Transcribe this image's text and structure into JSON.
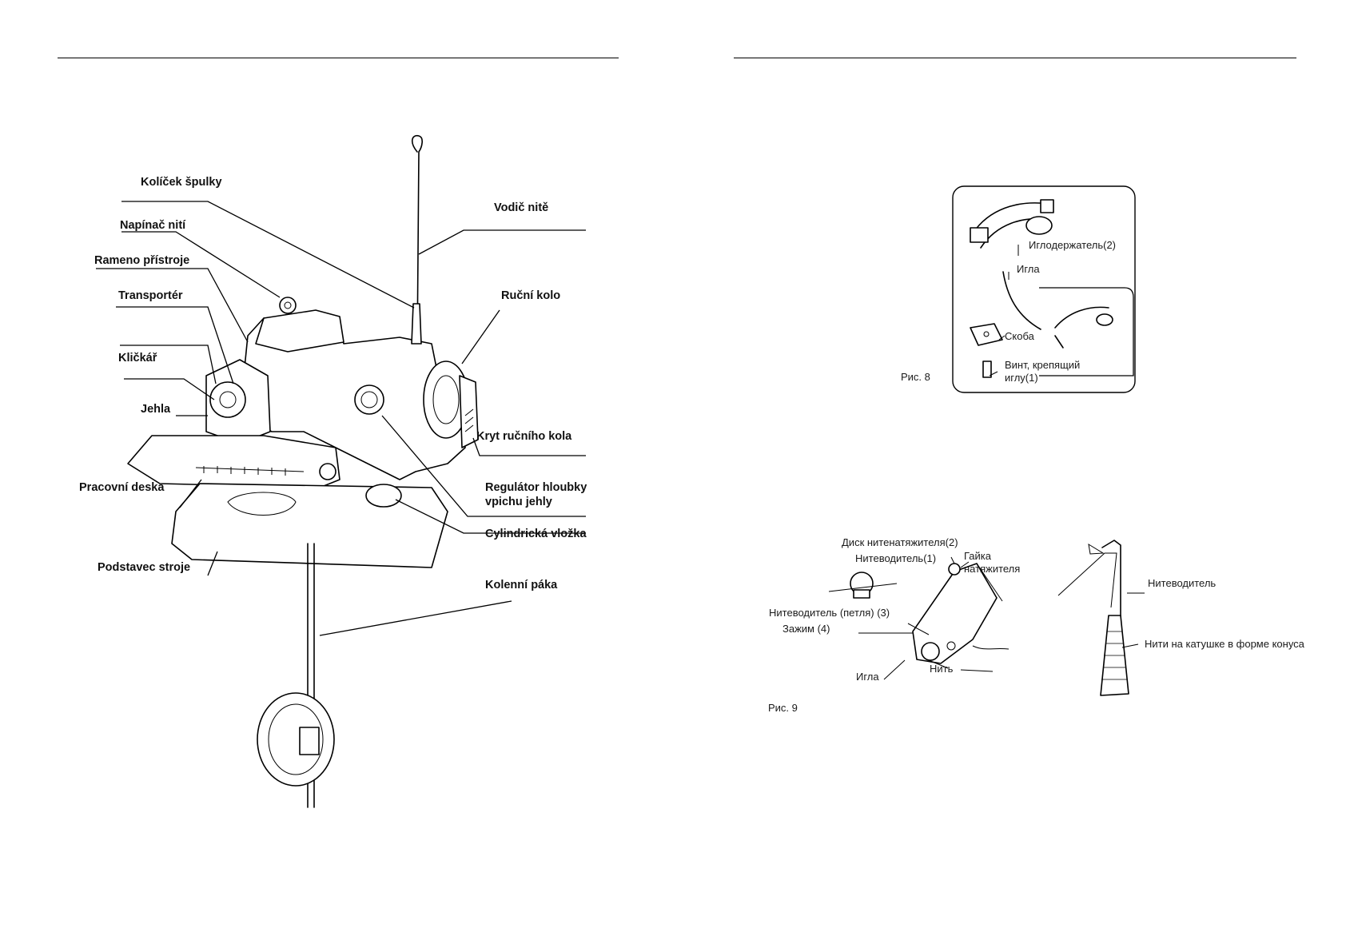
{
  "left_page": {
    "labels": {
      "kolicek_spulky": "Kolíček špulky",
      "napinac_niti": "Napínač nití",
      "rameno_pristroje": "Rameno přístroje",
      "transporter": "Transportér",
      "klickar": "Kličkář",
      "jehla": "Jehla",
      "pracovni_deska": "Pracovní deska",
      "podstavec_stroje": "Podstavec stroje",
      "vodic_nite": "Vodič nitě",
      "rucni_kolo": "Ruční kolo",
      "kryt_rucniho_kola": "Kryt ručního kola",
      "regulator_line1": "Regulátor hloubky",
      "regulator_line2": "vpichu jehly",
      "cylindricka_vlozka": "Cylindrická vložka",
      "kolenni_paka": "Kolenní páka"
    }
  },
  "right_page": {
    "fig8": {
      "caption": "Рис. 8",
      "labels": {
        "igloderzhatel": "Иглодержатель(2)",
        "igla": "Игла",
        "skoba": "Скоба",
        "vint_line1": "Винт, крепящий",
        "vint_line2": "иглу(1)"
      }
    },
    "fig9": {
      "caption": "Рис. 9",
      "labels": {
        "disk": "Диск нитенатяжителя(2)",
        "nitevoditel1": "Нитеводитель(1)",
        "gayka_line1": "Гайка",
        "gayka_line2": "натяжителя",
        "nitevoditel_petlya": "Нитеводитель (петля) (3)",
        "zazhim": "Зажим (4)",
        "igla": "Игла",
        "nit": "Нить",
        "nitevoditel": "Нитеводитель",
        "niti_na_katushke": "Нити на катушке в форме конуса"
      }
    }
  }
}
